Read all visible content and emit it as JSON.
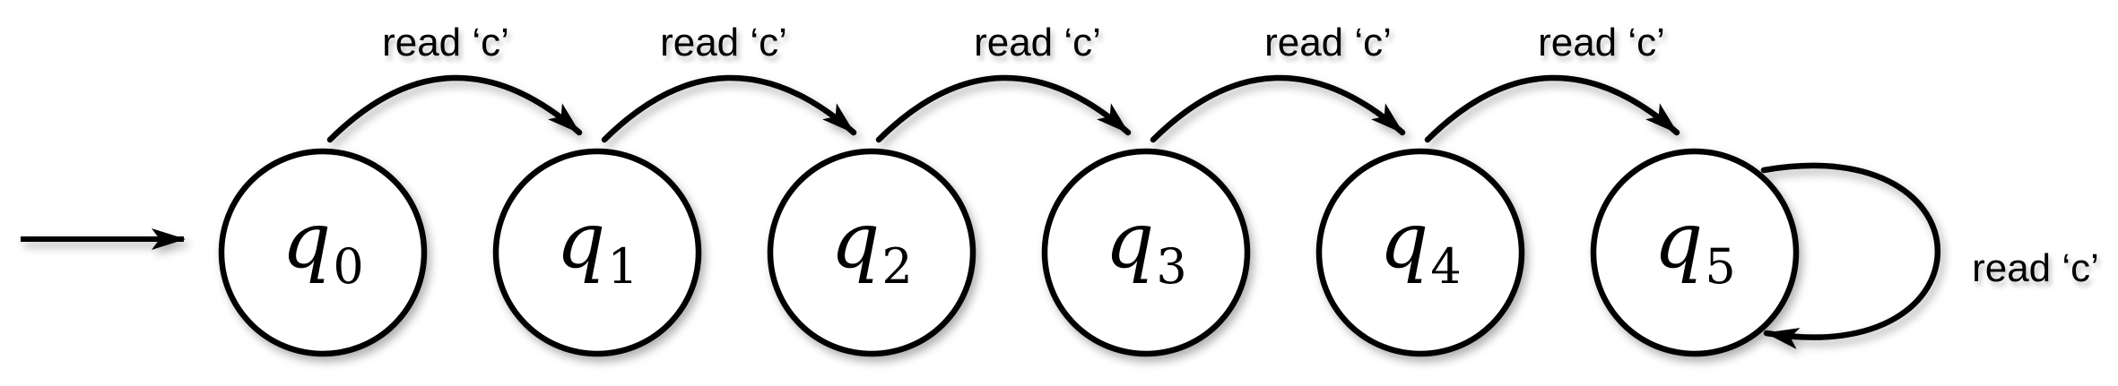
{
  "diagram": {
    "kind": "finite-state-automaton",
    "colors": {
      "ink": "#000000",
      "state_fill": "#ffffff",
      "background": "#ffffff"
    },
    "start": {
      "points_to": "q0"
    },
    "states": [
      {
        "name": "q0",
        "base": "q",
        "subscript": "0"
      },
      {
        "name": "q1",
        "base": "q",
        "subscript": "1"
      },
      {
        "name": "q2",
        "base": "q",
        "subscript": "2"
      },
      {
        "name": "q3",
        "base": "q",
        "subscript": "3"
      },
      {
        "name": "q4",
        "base": "q",
        "subscript": "4"
      },
      {
        "name": "q5",
        "base": "q",
        "subscript": "5"
      }
    ],
    "transitions": [
      {
        "from": "q0",
        "to": "q1",
        "label": "read ‘c’",
        "self_loop": false
      },
      {
        "from": "q1",
        "to": "q2",
        "label": "read ‘c’",
        "self_loop": false
      },
      {
        "from": "q2",
        "to": "q3",
        "label": "read ‘c’",
        "self_loop": false
      },
      {
        "from": "q3",
        "to": "q4",
        "label": "read ‘c’",
        "self_loop": false
      },
      {
        "from": "q4",
        "to": "q5",
        "label": "read ‘c’",
        "self_loop": false
      },
      {
        "from": "q5",
        "to": "q5",
        "label": "read ‘c’",
        "self_loop": true
      }
    ]
  }
}
